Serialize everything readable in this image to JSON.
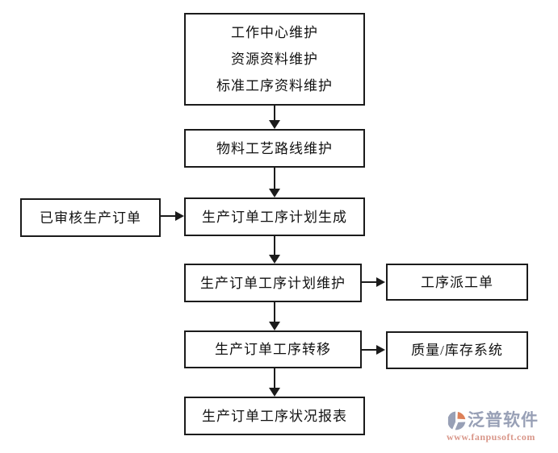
{
  "page": {
    "background_color": "#ffffff",
    "line_color": "#1b1b1b",
    "text_color": "#111111"
  },
  "flowchart": {
    "nodes": [
      {
        "id": "master-data",
        "lines": [
          "工作中心维护",
          "资源资料维护",
          "标准工序资料维护"
        ]
      },
      {
        "id": "routing",
        "lines": [
          "物料工艺路线维护"
        ]
      },
      {
        "id": "approved-order",
        "lines": [
          "已审核生产订单"
        ]
      },
      {
        "id": "plan-generate",
        "lines": [
          "生产订单工序计划生成"
        ]
      },
      {
        "id": "plan-maintain",
        "lines": [
          "生产订单工序计划维护"
        ]
      },
      {
        "id": "dispatch-ticket",
        "lines": [
          "工序派工单"
        ]
      },
      {
        "id": "process-transfer",
        "lines": [
          "生产订单工序转移"
        ]
      },
      {
        "id": "quality-inventory",
        "lines": [
          "质量/库存系统"
        ]
      },
      {
        "id": "status-report",
        "lines": [
          "生产订单工序状况报表"
        ]
      }
    ],
    "edges": [
      {
        "from": "master-data",
        "to": "routing",
        "direction": "down"
      },
      {
        "from": "routing",
        "to": "plan-generate",
        "direction": "down"
      },
      {
        "from": "approved-order",
        "to": "plan-generate",
        "direction": "right"
      },
      {
        "from": "plan-generate",
        "to": "plan-maintain",
        "direction": "down"
      },
      {
        "from": "plan-maintain",
        "to": "dispatch-ticket",
        "direction": "right"
      },
      {
        "from": "plan-maintain",
        "to": "process-transfer",
        "direction": "down"
      },
      {
        "from": "process-transfer",
        "to": "quality-inventory",
        "direction": "right"
      },
      {
        "from": "process-transfer",
        "to": "status-report",
        "direction": "down"
      }
    ]
  },
  "logo": {
    "name": "泛普软件",
    "url": "www.fanpusoft.com",
    "name_color": "#98a0b6",
    "url_color": "#d9978a",
    "icon_gray": "#98a0b6",
    "icon_orange": "#dd8058"
  }
}
